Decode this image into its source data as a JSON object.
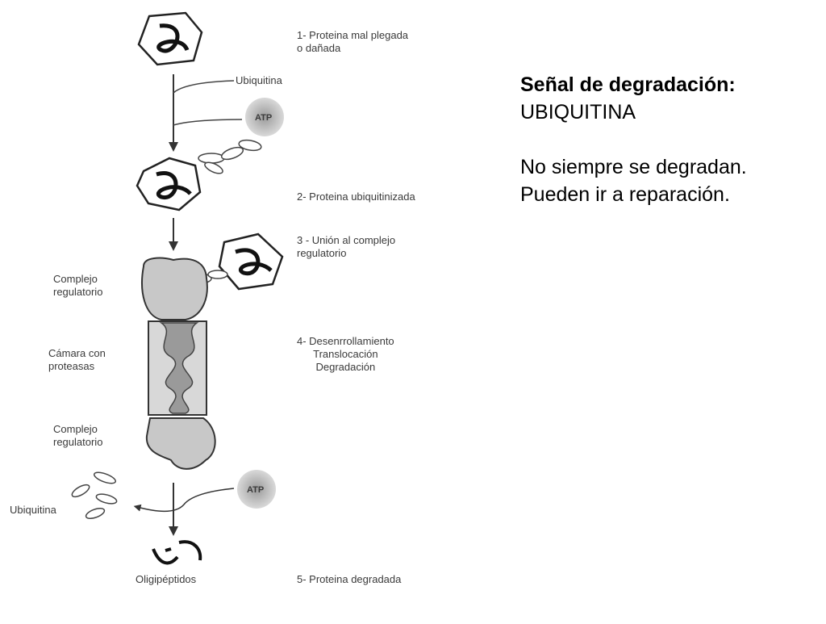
{
  "diagram": {
    "labels": {
      "step1": "1- Proteina mal plegada\no dañada",
      "ubiquitin_top": "Ubiquitina",
      "atp_top": "ATP",
      "step2": "2- Proteina ubiquitinizada",
      "step3": "3 - Unión al complejo\nregulatorio",
      "complex_top": "Complejo\nregulatorio",
      "chamber": "Cámara con\nproteasas",
      "step4": "4- Desenrrollamiento\nTranslocación\nDegradación",
      "complex_bottom": "Complejo\nregulatorio",
      "atp_bottom": "ATP",
      "ubiquitin_bottom": "Ubiquitina",
      "oligopeptides": "Oligipéptidos",
      "step5": "5- Proteina degradada"
    }
  },
  "side": {
    "title": "Señal de degradación:",
    "subtitle": "UBIQUITINA",
    "note1": "No siempre se degradan.",
    "note2": "Pueden ir a reparación."
  }
}
